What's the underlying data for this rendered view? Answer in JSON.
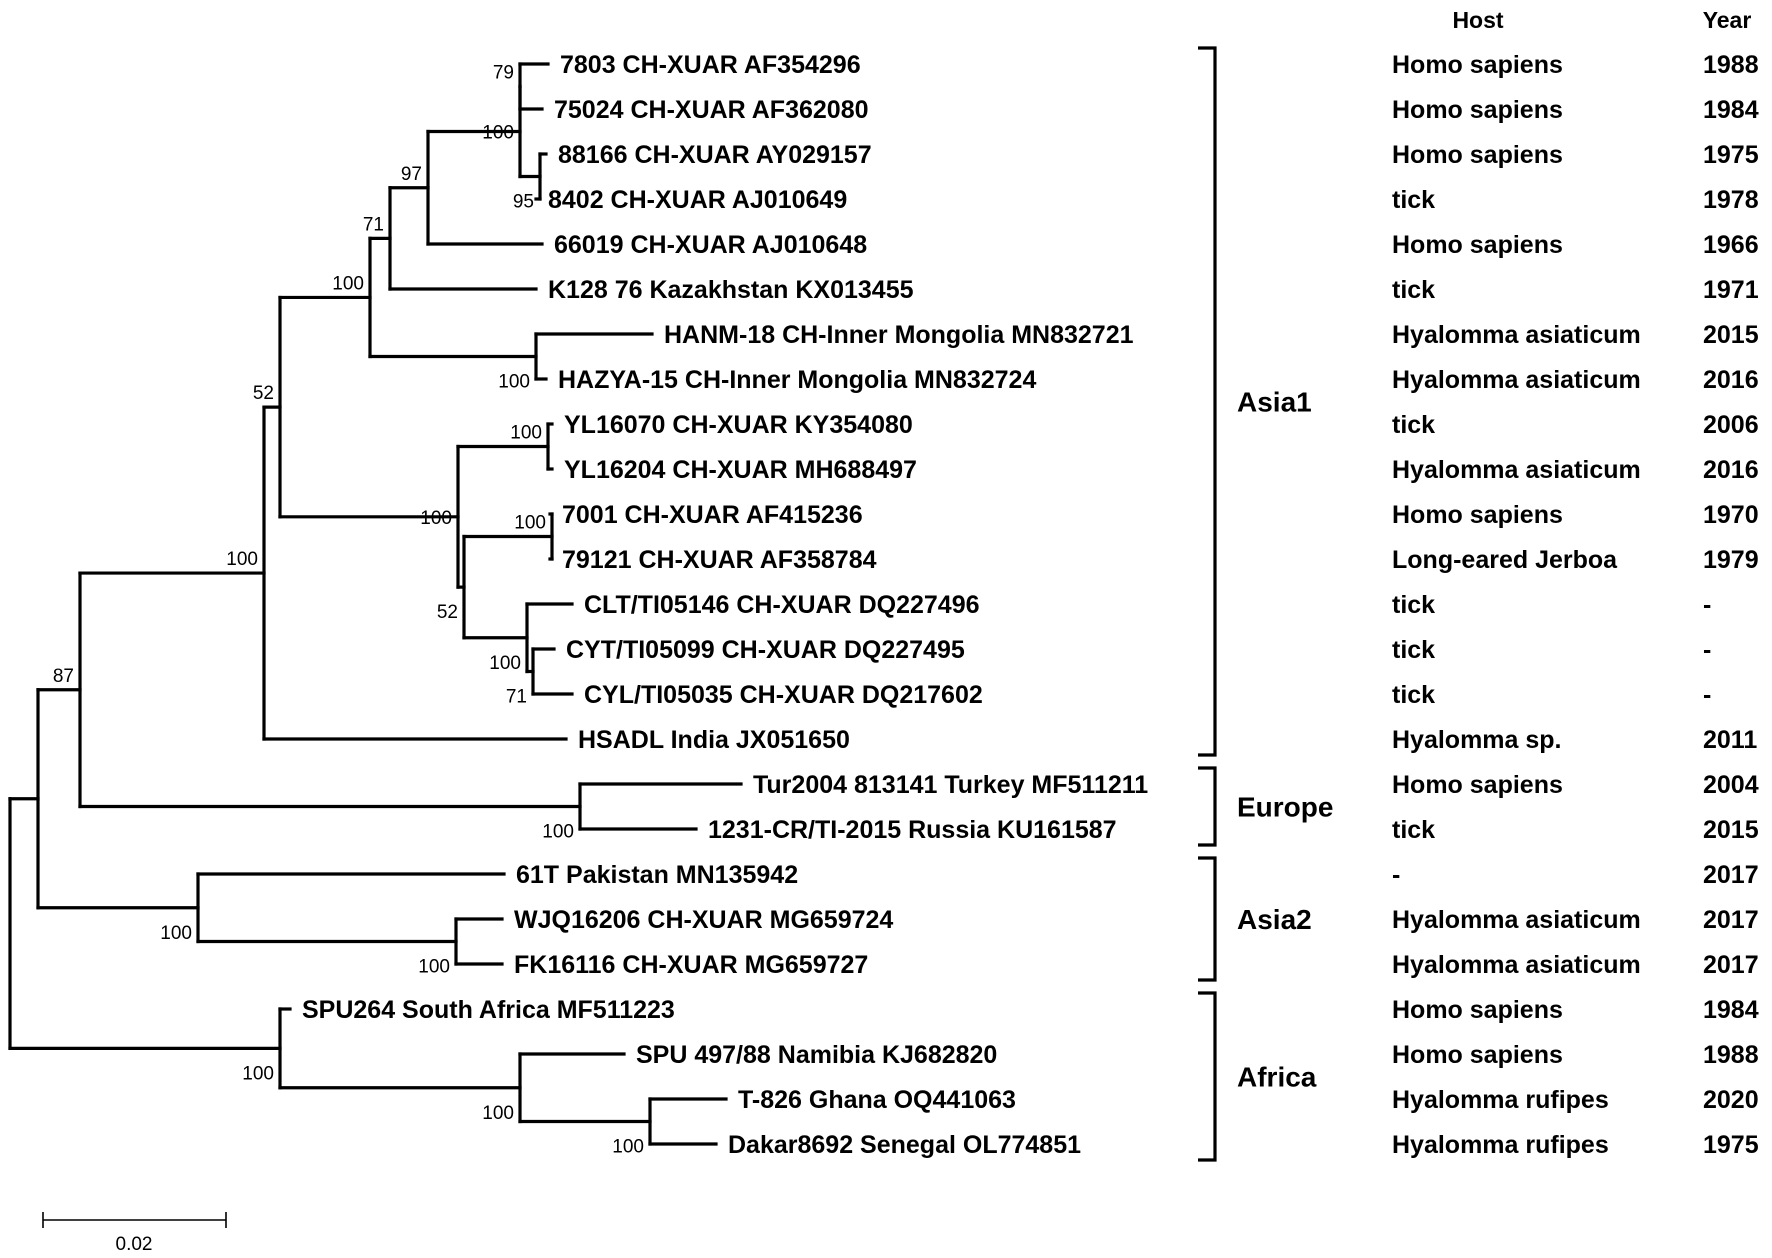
{
  "headers": {
    "host": "Host",
    "year": "Year"
  },
  "taxa": [
    {
      "label": "7803 CH-XUAR AF354296",
      "host": "Homo sapiens",
      "year": "1988"
    },
    {
      "label": "75024 CH-XUAR AF362080",
      "host": "Homo sapiens",
      "year": "1984"
    },
    {
      "label": "88166 CH-XUAR AY029157",
      "host": "Homo sapiens",
      "year": "1975"
    },
    {
      "label": "8402 CH-XUAR AJ010649",
      "host": "tick",
      "year": "1978"
    },
    {
      "label": "66019 CH-XUAR AJ010648",
      "host": "Homo sapiens",
      "year": "1966"
    },
    {
      "label": "K128 76 Kazakhstan KX013455",
      "host": "tick",
      "year": "1971"
    },
    {
      "label": "HANM-18 CH-Inner Mongolia MN832721",
      "host": "Hyalomma asiaticum",
      "year": "2015"
    },
    {
      "label": "HAZYA-15 CH-Inner Mongolia MN832724",
      "host": "Hyalomma asiaticum",
      "year": "2016"
    },
    {
      "label": "YL16070 CH-XUAR KY354080",
      "host": "tick",
      "year": "2006"
    },
    {
      "label": "YL16204 CH-XUAR MH688497",
      "host": "Hyalomma asiaticum",
      "year": "2016"
    },
    {
      "label": "7001 CH-XUAR AF415236",
      "host": "Homo sapiens",
      "year": "1970"
    },
    {
      "label": "79121 CH-XUAR AF358784",
      "host": "Long-eared Jerboa",
      "year": "1979"
    },
    {
      "label": "CLT/TI05146 CH-XUAR DQ227496",
      "host": "tick",
      "year": "-"
    },
    {
      "label": "CYT/TI05099 CH-XUAR DQ227495",
      "host": "tick",
      "year": "-"
    },
    {
      "label": "CYL/TI05035 CH-XUAR DQ217602",
      "host": "tick",
      "year": "-"
    },
    {
      "label": "HSADL India JX051650",
      "host": "Hyalomma sp.",
      "year": "2011"
    },
    {
      "label": "Tur2004 813141 Turkey MF511211",
      "host": "Homo sapiens",
      "year": "2004"
    },
    {
      "label": "1231-CR/TI-2015 Russia KU161587",
      "host": "tick",
      "year": "2015"
    },
    {
      "label": "61T Pakistan MN135942",
      "host": "-",
      "year": "2017"
    },
    {
      "label": "WJQ16206 CH-XUAR MG659724",
      "host": "Hyalomma asiaticum",
      "year": "2017"
    },
    {
      "label": "FK16116 CH-XUAR MG659727",
      "host": "Hyalomma asiaticum",
      "year": "2017"
    },
    {
      "label": "SPU264 South Africa MF511223",
      "host": "Homo sapiens",
      "year": "1984"
    },
    {
      "label": "SPU 497/88 Namibia KJ682820",
      "host": "Homo sapiens",
      "year": "1988"
    },
    {
      "label": "T-826 Ghana OQ441063",
      "host": "Hyalomma rufipes",
      "year": "2020"
    },
    {
      "label": "Dakar8692 Senegal OL774851",
      "host": "Hyalomma rufipes",
      "year": "1975"
    }
  ],
  "bootstrap": [
    "79",
    "100",
    "95",
    "97",
    "71",
    "100",
    "100",
    "52",
    "100",
    "100",
    "100",
    "52",
    "100",
    "71",
    "100",
    "100",
    "100",
    "100",
    "87",
    "100",
    "100",
    "100"
  ],
  "groups": [
    {
      "name": "Asia1",
      "from": 0,
      "to": 15
    },
    {
      "name": "Europe",
      "from": 16,
      "to": 17
    },
    {
      "name": "Asia2",
      "from": 18,
      "to": 20
    },
    {
      "name": "Africa",
      "from": 21,
      "to": 24
    }
  ],
  "scale_bar": {
    "label": "0.02",
    "value": 0.02
  }
}
